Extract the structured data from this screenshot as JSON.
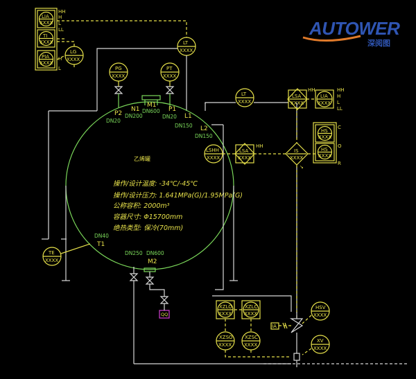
{
  "logo": {
    "brand": "AUTOWER",
    "sub": "深阅图"
  },
  "left_stack": {
    "boxes": [
      {
        "tag": "LIA",
        "value": "XXXX",
        "marks": [
          "HH",
          "H",
          "L",
          "LL"
        ]
      },
      {
        "tag": "TI",
        "value": "XXXX",
        "marks": []
      },
      {
        "tag": "PIA",
        "value": "XXXX",
        "marks": [
          "H",
          "L"
        ]
      }
    ]
  },
  "instruments": {
    "lg": {
      "tag": "LG",
      "value": "XXXX"
    },
    "lt_top": {
      "tag": "LT",
      "value": "XXXX"
    },
    "pg": {
      "tag": "PG",
      "value": "XXXX"
    },
    "pt": {
      "tag": "PT",
      "value": "XXXX"
    },
    "lt_right": {
      "tag": "LT",
      "value": "XXXX"
    },
    "lshh": {
      "tag": "LSHH",
      "value": "XXXX"
    },
    "te": {
      "tag": "TE",
      "value": "XXXX"
    },
    "zlo": {
      "tag": "XZLO",
      "value": "XXXX"
    },
    "zlc": {
      "tag": "XZLC",
      "value": "XXXX"
    },
    "zso": {
      "tag": "XZSO",
      "value": "XXXX"
    },
    "zsc": {
      "tag": "XZSC",
      "value": "XXXX"
    },
    "hsv": {
      "tag": "HSV",
      "value": "XXXX"
    },
    "xv": {
      "tag": "XV",
      "value": "XXXX"
    }
  },
  "right_group": {
    "lsa_top": {
      "tag": "LSA",
      "value": "XXXX",
      "marks": [
        "HH"
      ]
    },
    "lia": {
      "tag": "LIA",
      "value": "XXXX",
      "marks": [
        "HH",
        "H",
        "L",
        "LL"
      ]
    },
    "hs1": {
      "tag": "HS",
      "value": "XXXX",
      "marks": [
        "C"
      ]
    },
    "hs2": {
      "tag": "HS",
      "value": "XXXX",
      "marks": [
        "O",
        "R"
      ]
    },
    "lsa_mid": {
      "tag": "LSA",
      "value": "XXXX",
      "marks": [
        "HH"
      ]
    },
    "is": {
      "tag": "IS",
      "value": "XXXX"
    },
    "ia": {
      "tag": "IA"
    }
  },
  "nozzles": {
    "p2": {
      "name": "P2",
      "size": "DN20"
    },
    "n1": {
      "name": "N1",
      "size": "DN200"
    },
    "m1": {
      "name": "M1",
      "size": "DN600"
    },
    "p1": {
      "name": "P1",
      "size": "DN20"
    },
    "l1": {
      "name": "L1",
      "size": "DN150"
    },
    "l2": {
      "name": "L2",
      "size": "DN150"
    },
    "t1": {
      "name": "T1",
      "size": "DN40"
    },
    "bottom_dn250": "DN250",
    "m2": {
      "name": "M2",
      "size": "DN600"
    }
  },
  "tank": {
    "name": "乙烯罐",
    "lines": [
      "操作/设计温度: -34℃/-45℃",
      "操作/设计压力: 1.641MPa(G)/1.95MPa(G)",
      "公称容积: 2000m³",
      "容器尺寸: Φ15700mm",
      "绝热类型: 保冷(70mm)"
    ]
  },
  "misc": {
    "mag_tag": "QQ"
  },
  "colors": {
    "instrument": "#e6e04a",
    "vessel": "#7bd85a",
    "pipe": "#d8d8d8",
    "logo": "#2f55b3"
  }
}
